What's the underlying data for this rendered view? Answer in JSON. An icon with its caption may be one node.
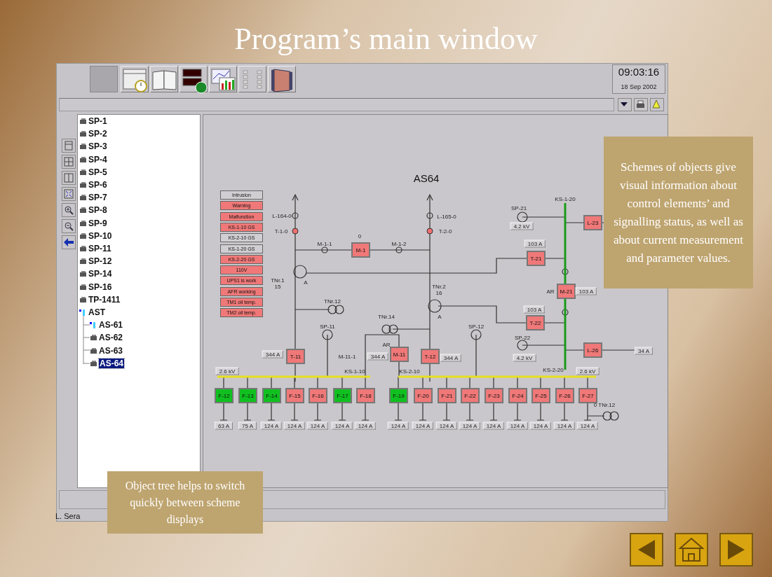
{
  "diagram": {
    "title": "Program’s main window",
    "nodes": [
      {
        "text": [
          "Schemes of objects give visual information about control elements’ and signalling status, as well as about current measurement and parameter values."
        ]
      },
      {
        "text": [
          "Object tree helps to switch quickly between scheme displays"
        ]
      },
      {
        "text": [
          "Intrusion"
        ]
      },
      {
        "text": [
          "Warning"
        ]
      },
      {
        "text": [
          "Malfunction"
        ]
      },
      {
        "text": [
          "KS-1-10 GS"
        ]
      },
      {
        "text": [
          "KS-2-10 GS"
        ]
      },
      {
        "text": [
          "KS-1-20 GS"
        ]
      },
      {
        "text": [
          "KS-2-20 GS"
        ]
      },
      {
        "text": [
          "110V"
        ]
      },
      {
        "text": [
          "UPS1 is work"
        ]
      },
      {
        "text": [
          "AFR working"
        ]
      },
      {
        "text": [
          "TM1 oil temp."
        ]
      },
      {
        "text": [
          "TM2 oil temp."
        ]
      },
      {
        "text": [
          "M-1"
        ]
      },
      {
        "text": [
          "L-23"
        ]
      },
      {
        "text": [
          "T-21"
        ]
      },
      {
        "text": [
          "M-21"
        ]
      },
      {
        "text": [
          "T-22"
        ]
      },
      {
        "text": [
          "L-26"
        ]
      },
      {
        "text": [
          "T-11"
        ]
      },
      {
        "text": [
          "M-11"
        ]
      },
      {
        "text": [
          "T-12"
        ]
      },
      {
        "text": [
          "F-12"
        ]
      },
      {
        "text": [
          "F-13"
        ]
      },
      {
        "text": [
          "F-14"
        ]
      },
      {
        "text": [
          "F-15"
        ]
      },
      {
        "text": [
          "F-16"
        ]
      },
      {
        "text": [
          "F-17"
        ]
      },
      {
        "text": [
          "F-18"
        ]
      },
      {
        "text": [
          "F-19"
        ]
      },
      {
        "text": [
          "F-20"
        ]
      },
      {
        "text": [
          "F-21"
        ]
      },
      {
        "text": [
          "F-22"
        ]
      },
      {
        "text": [
          "F-23"
        ]
      },
      {
        "text": [
          "F-24"
        ]
      },
      {
        "text": [
          "F-25"
        ]
      },
      {
        "text": [
          "F-26"
        ]
      },
      {
        "text": [
          "F-27"
        ]
      },
      {
        "text": [],
        "shape": "bar"
      }
    ],
    "labels": [
      "09:03:16",
      "18 Sep 2002",
      "SP-1",
      "SP-2",
      "SP-3",
      "SP-4",
      "SP-5",
      "SP-6",
      "SP-7",
      "SP-8",
      "SP-9",
      "SP-10",
      "SP-11",
      "SP-12",
      "SP-14",
      "SP-16",
      "TP-1411",
      "AST",
      "AS-61",
      "AS-62",
      "AS-63",
      "AS-64",
      "AS64",
      "L-164-0",
      "T-1-0",
      "0",
      "M-1-1",
      "M-1-2",
      "TNr.1 15",
      "A",
      "TNr.12",
      "L-165-0",
      "T-2-0",
      "TNr.2 16",
      "TNr.14",
      "A",
      "SP-11",
      "SP-12",
      "SP-21",
      "4.2 kV",
      "103 A",
      "KS-1-20",
      "AR",
      "103 A",
      "103 A",
      "SP-22",
      "4.2 kV",
      "34 A",
      "344 A",
      "M-11-1",
      "344 A",
      "AR",
      "344 A",
      "2.6 kV",
      "KS-1-10",
      "KS-2-10",
      "KS-2-20",
      "2.6 kV",
      "0 TNr.12",
      "63 A",
      "75 A",
      "124 A",
      "124 A",
      "124 A",
      "124 A",
      "124 A",
      "124 A",
      "124 A",
      "124 A",
      "124 A",
      "124 A",
      "124 A",
      "124 A",
      "124 A",
      "124 A",
      "L. Sera"
    ]
  }
}
